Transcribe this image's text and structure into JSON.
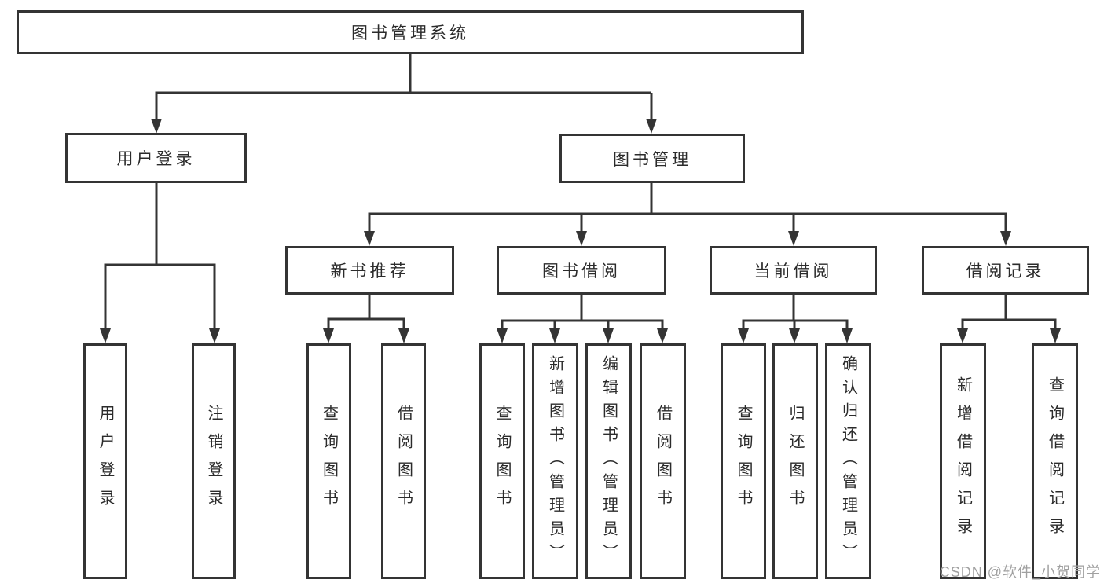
{
  "diagram": {
    "root": {
      "label": "图书管理系统"
    },
    "branches": [
      {
        "label": "用户登录",
        "children": [
          {
            "label": "用户登录"
          },
          {
            "label": "注销登录"
          }
        ]
      },
      {
        "label": "图书管理",
        "children": [
          {
            "label": "新书推荐",
            "children": [
              {
                "label": "查询图书"
              },
              {
                "label": "借阅图书"
              }
            ]
          },
          {
            "label": "图书借阅",
            "children": [
              {
                "label": "查询图书"
              },
              {
                "label": "新增图书（管理员）"
              },
              {
                "label": "编辑图书（管理员）"
              },
              {
                "label": "借阅图书"
              }
            ]
          },
          {
            "label": "当前借阅",
            "children": [
              {
                "label": "查询图书"
              },
              {
                "label": "归还图书"
              },
              {
                "label": "确认归还（管理员）"
              }
            ]
          },
          {
            "label": "借阅记录",
            "children": [
              {
                "label": "新增借阅记录"
              },
              {
                "label": "查询借阅记录"
              }
            ]
          }
        ]
      }
    ]
  },
  "colors": {
    "line": "#343434",
    "text": "#2b2b2b",
    "watermark": "#a0a0a0"
  },
  "watermark": {
    "text": "CSDN @软件_小贺同学"
  }
}
